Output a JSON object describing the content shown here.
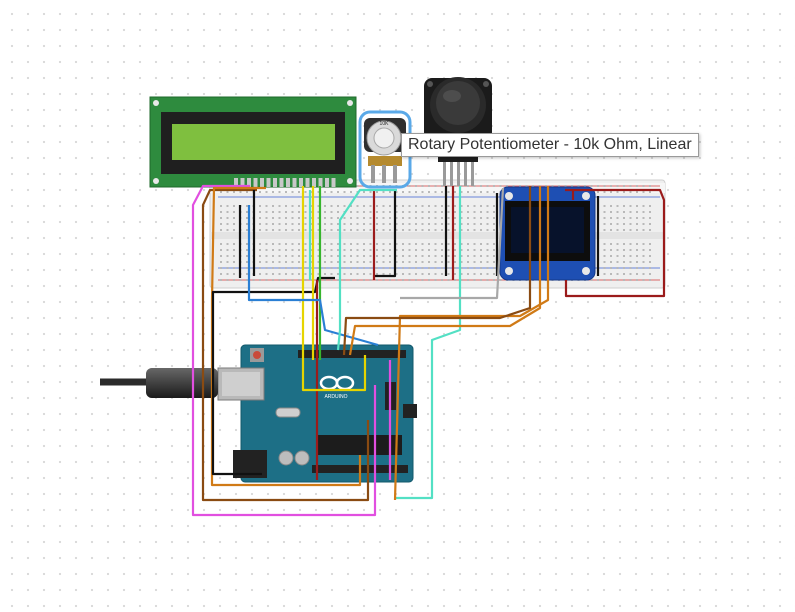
{
  "tooltip": {
    "text": "Rotary Potentiometer - 10k Ohm, Linear"
  },
  "components": {
    "lcd": {
      "name": "16x2 LCD"
    },
    "potentiometer": {
      "value_label": "10K"
    },
    "joystick": {
      "name": "Joystick"
    },
    "oled": {
      "name": "OLED display"
    },
    "arduino": {
      "logo_text": "ARDUINO",
      "board": "UNO"
    }
  },
  "colors": {
    "breadboard": "#efefef",
    "lcd_board": "#2e8b3e",
    "lcd_screen": "#7fbf3f",
    "arduino_board": "#1d6f86",
    "oled_board": "#1e4fb3",
    "wire_red": "#9b1b1b",
    "wire_black": "#111111",
    "wire_yellow": "#e6d400",
    "wire_green": "#37b52d",
    "wire_blue": "#2a7fd4",
    "wire_orange": "#d07a16",
    "wire_brown": "#8a4b12",
    "wire_magenta": "#e14fe0",
    "wire_cyan": "#53e0c4",
    "wire_gray": "#a8a8a8",
    "cable": "#2b2b2b"
  }
}
